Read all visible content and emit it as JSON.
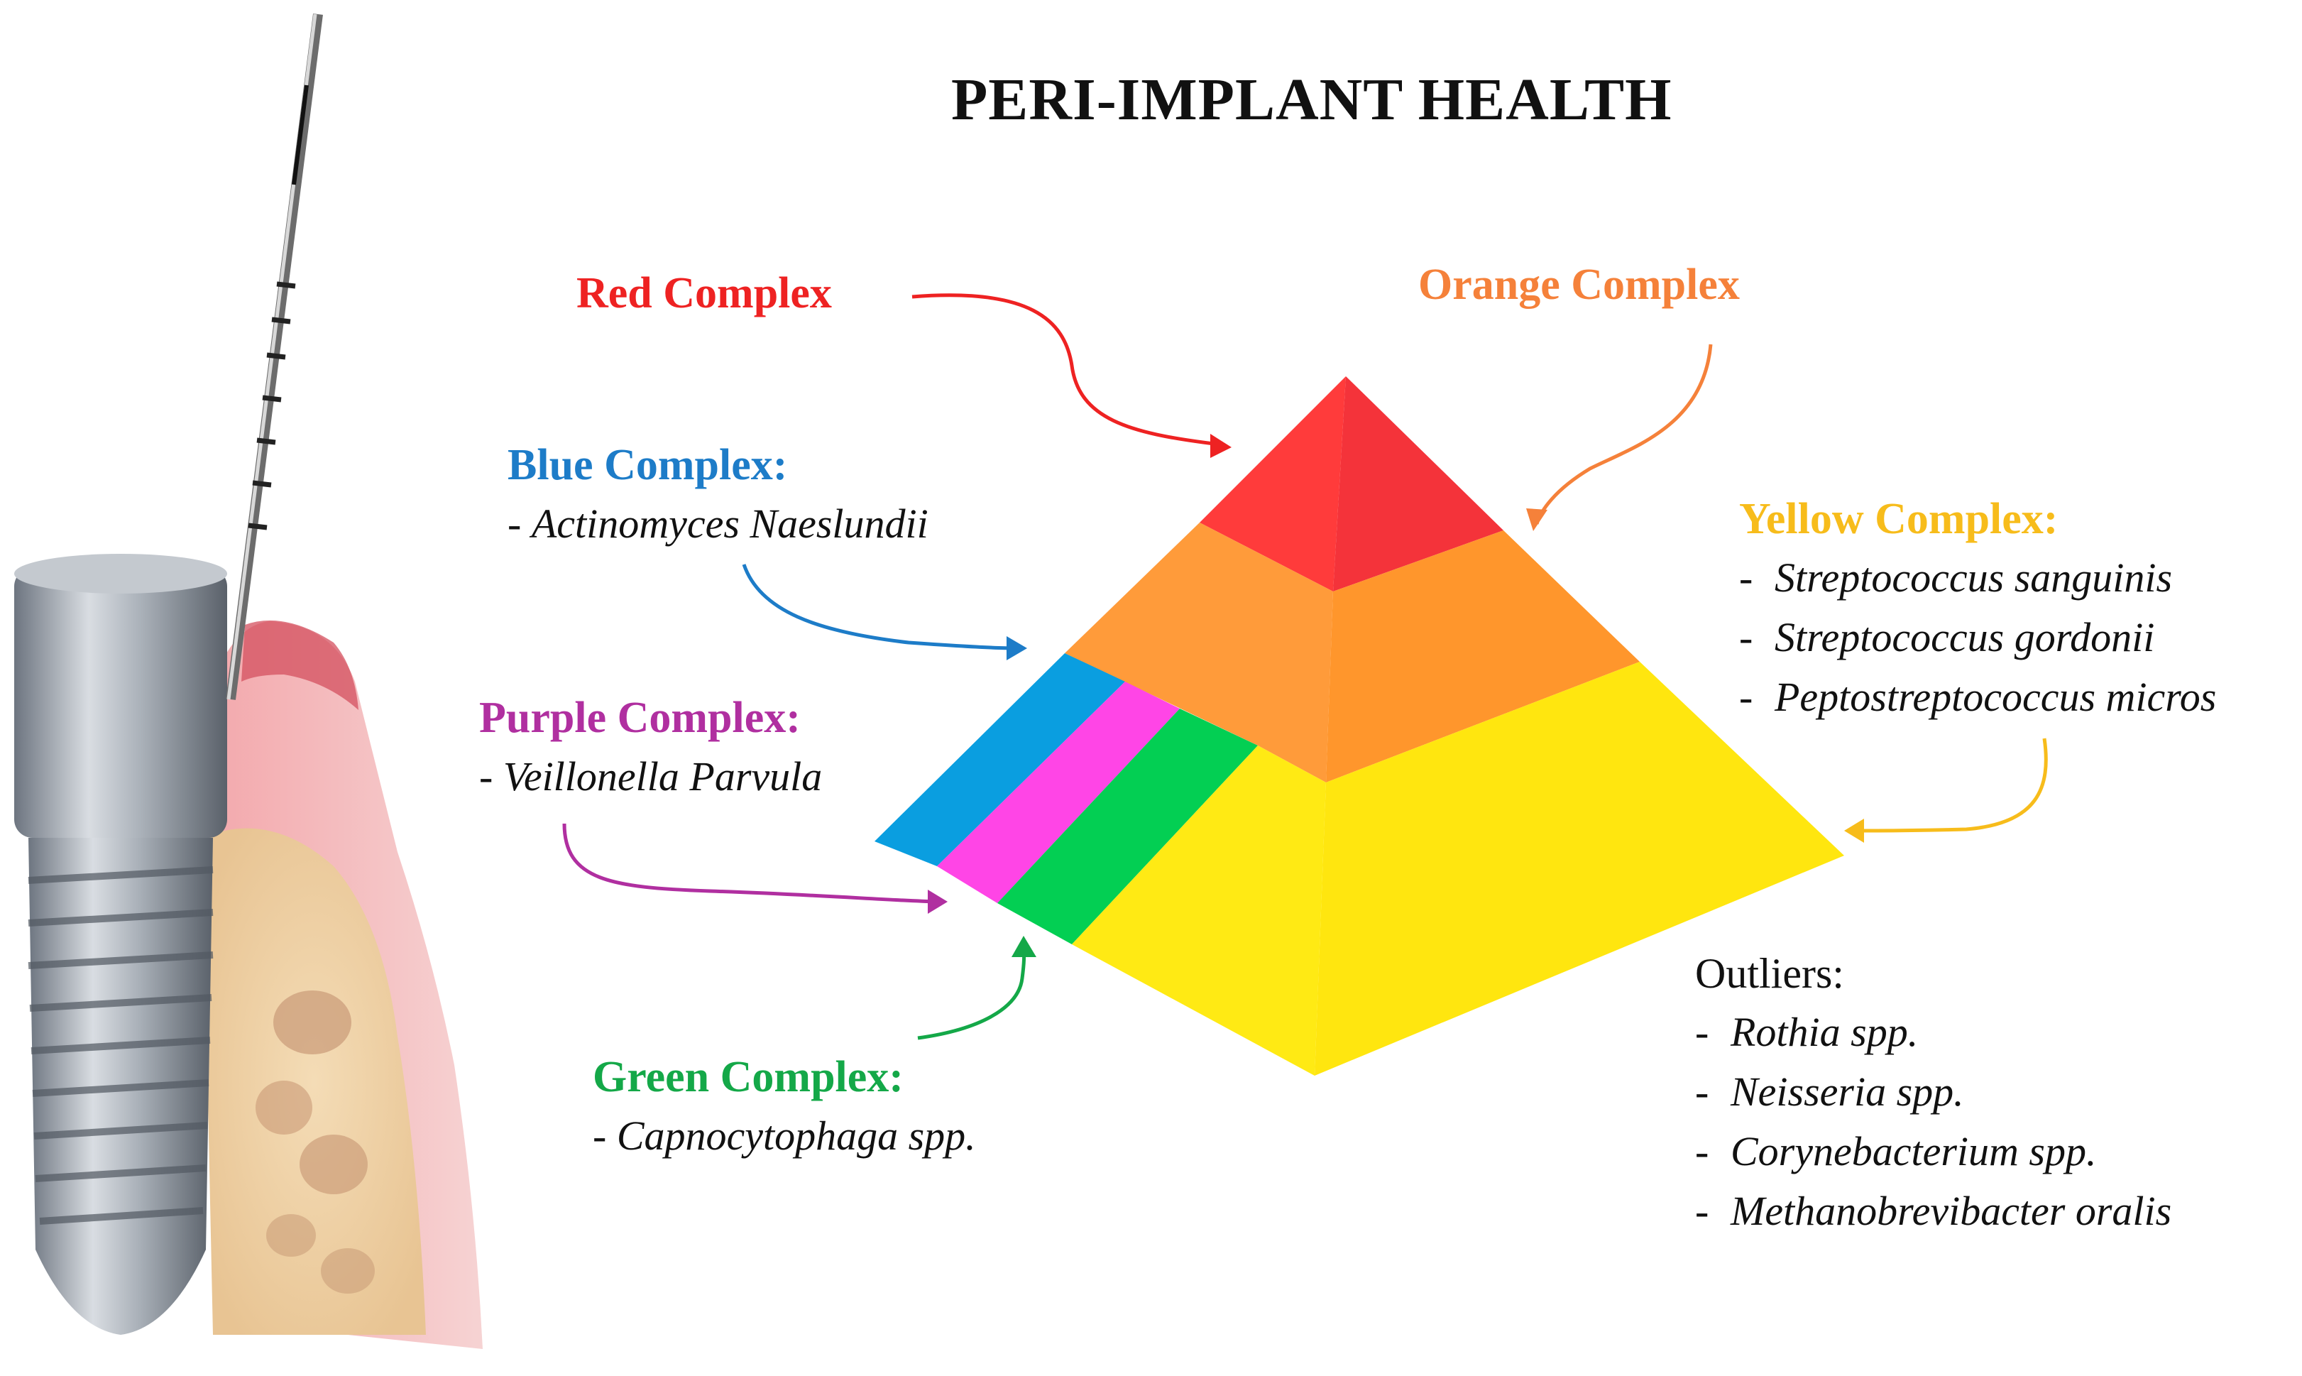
{
  "title": "PERI-IMPLANT HEALTH",
  "colors": {
    "red": "#FF3B3B",
    "red_text": "#EE2222",
    "orange": "#FF9B3A",
    "orange_text": "#F5813A",
    "yellow": "#FFEA14",
    "yellow_text": "#F7BC1B",
    "blue": "#0A9EE0",
    "blue_text": "#1D7CC8",
    "magenta": "#FF45E6",
    "purple_text": "#B02FA0",
    "green": "#03CF53",
    "green_text": "#14A848",
    "text": "#111111"
  },
  "complexes": {
    "red": {
      "heading": "Red Complex"
    },
    "orange": {
      "heading": "Orange Complex"
    },
    "blue": {
      "heading": "Blue Complex:",
      "species": [
        "Actinomyces Naeslundii"
      ]
    },
    "yellow": {
      "heading": "Yellow Complex:",
      "species": [
        "Streptococcus sanguinis",
        "Streptococcus gordonii",
        "Peptostreptococcus micros"
      ]
    },
    "purple": {
      "heading": "Purple Complex:",
      "species": [
        "Veillonella Parvula"
      ]
    },
    "green": {
      "heading": "Green Complex:",
      "species": [
        "Capnocytophaga spp."
      ]
    }
  },
  "outliers": {
    "heading": "Outliers:",
    "species": [
      "Rothia spp.",
      "Neisseria spp.",
      "Corynebacterium spp.",
      "Methanobrevibacter oralis"
    ]
  },
  "dash": "-",
  "illustration_icon": "dental-implant-with-periodontal-probe-illustration"
}
